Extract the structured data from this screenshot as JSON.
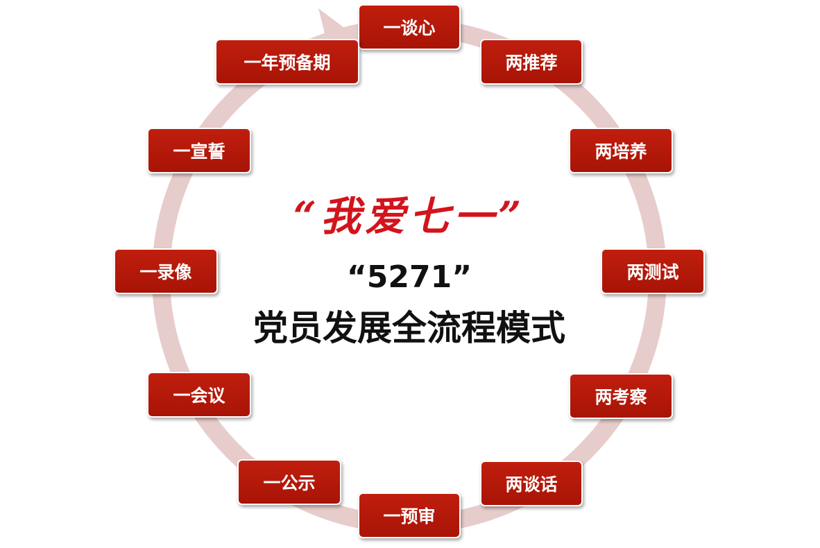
{
  "colors": {
    "node_fill": "#b81a0a",
    "node_text": "#ffffff",
    "ring": "#e7cccc",
    "slogan": "#d2141c",
    "title": "#111111"
  },
  "center": {
    "slogan": "“我爱七一”",
    "code": "“5271”",
    "title": "党员发展全流程模式"
  },
  "steps": [
    "一谈心",
    "两推荐",
    "两培养",
    "两测试",
    "两考察",
    "两谈话",
    "一预审",
    "一公示",
    "一会议",
    "一录像",
    "一宣誓",
    "一年预备期"
  ]
}
